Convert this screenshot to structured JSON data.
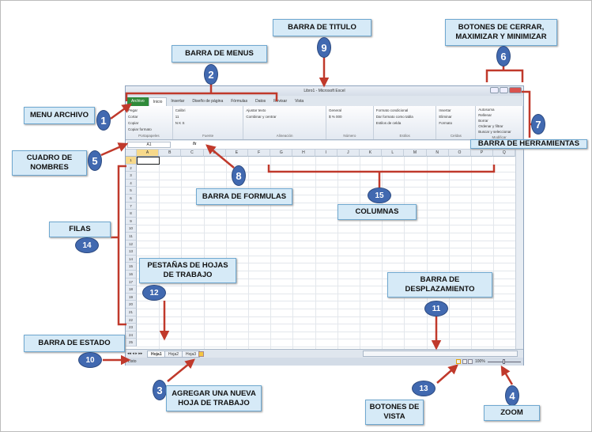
{
  "excel": {
    "title": "Libro1 - Microsoft Excel",
    "tabs": [
      "Archivo",
      "Inicio",
      "Insertar",
      "Diseño de página",
      "Fórmulas",
      "Datos",
      "Revisar",
      "Vista"
    ],
    "groups": [
      {
        "label": "Portapapeles",
        "items": [
          "Pegar",
          "Cortar",
          "Copiar",
          "Copiar formato"
        ]
      },
      {
        "label": "Fuente",
        "items": [
          "Calibri",
          "11",
          "N K S"
        ]
      },
      {
        "label": "Alineación",
        "items": [
          "Ajustar texto",
          "Combinar y centrar"
        ]
      },
      {
        "label": "Número",
        "items": [
          "General",
          "$ % 000"
        ]
      },
      {
        "label": "Estilos",
        "items": [
          "Formato condicional",
          "Dar formato como tabla",
          "Estilos de celda"
        ]
      },
      {
        "label": "Celdas",
        "items": [
          "Insertar",
          "Eliminar",
          "Formato"
        ]
      },
      {
        "label": "Modificar",
        "items": [
          "Autosuma",
          "Rellenar",
          "Borrar",
          "Ordenar y filtrar",
          "Buscar y seleccionar"
        ]
      }
    ],
    "name_box": "A1",
    "fx": "fx",
    "columns": [
      "A",
      "B",
      "C",
      "D",
      "E",
      "F",
      "G",
      "H",
      "I",
      "J",
      "K",
      "L",
      "M",
      "N",
      "O",
      "P",
      "Q"
    ],
    "rows": [
      "1",
      "2",
      "3",
      "4",
      "5",
      "6",
      "7",
      "8",
      "9",
      "10",
      "11",
      "12",
      "13",
      "14",
      "15",
      "16",
      "17",
      "18",
      "19",
      "20",
      "21",
      "22",
      "23",
      "24",
      "25"
    ],
    "sheets": [
      "Hoja1",
      "Hoja2",
      "Hoja3"
    ],
    "status": "Listo",
    "zoom": "100%"
  },
  "annotations": {
    "titulo": {
      "text": "BARRA DE TITULO",
      "n": "9"
    },
    "botones": {
      "text": "BOTONES DE CERRAR, MAXIMIZAR Y MINIMIZAR",
      "n": "6"
    },
    "menus": {
      "text": "BARRA DE MENUS",
      "n": "2"
    },
    "archivo": {
      "text": "MENU ARCHIVO",
      "n": "1"
    },
    "nombres": {
      "text": "CUADRO DE NOMBRES",
      "n": "5"
    },
    "herramientas": {
      "text": "BARRA DE HERRAMIENTAS",
      "n": "7"
    },
    "formulas": {
      "text": "BARRA DE FORMULAS",
      "n": "8"
    },
    "columnas": {
      "text": "COLUMNAS",
      "n": "15"
    },
    "filas": {
      "text": "FILAS",
      "n": "14"
    },
    "pestanas": {
      "text": "PESTAÑAS DE HOJAS DE TRABAJO",
      "n": "12"
    },
    "desplazamiento": {
      "text": "BARRA DE DESPLAZAMIENTO",
      "n": "11"
    },
    "estado": {
      "text": "BARRA DE ESTADO",
      "n": "10"
    },
    "agregar": {
      "text": "AGREGAR UNA NUEVA HOJA DE TRABAJO",
      "n": "3"
    },
    "vista": {
      "text": "BOTONES DE VISTA",
      "n": "13"
    },
    "zoom": {
      "text": "ZOOM",
      "n": "4"
    }
  },
  "colors": {
    "arrow": "#c0392b",
    "label_bg": "#d6eaf7",
    "badge": "#4169b0",
    "file_tab": "#2f8a3a"
  }
}
